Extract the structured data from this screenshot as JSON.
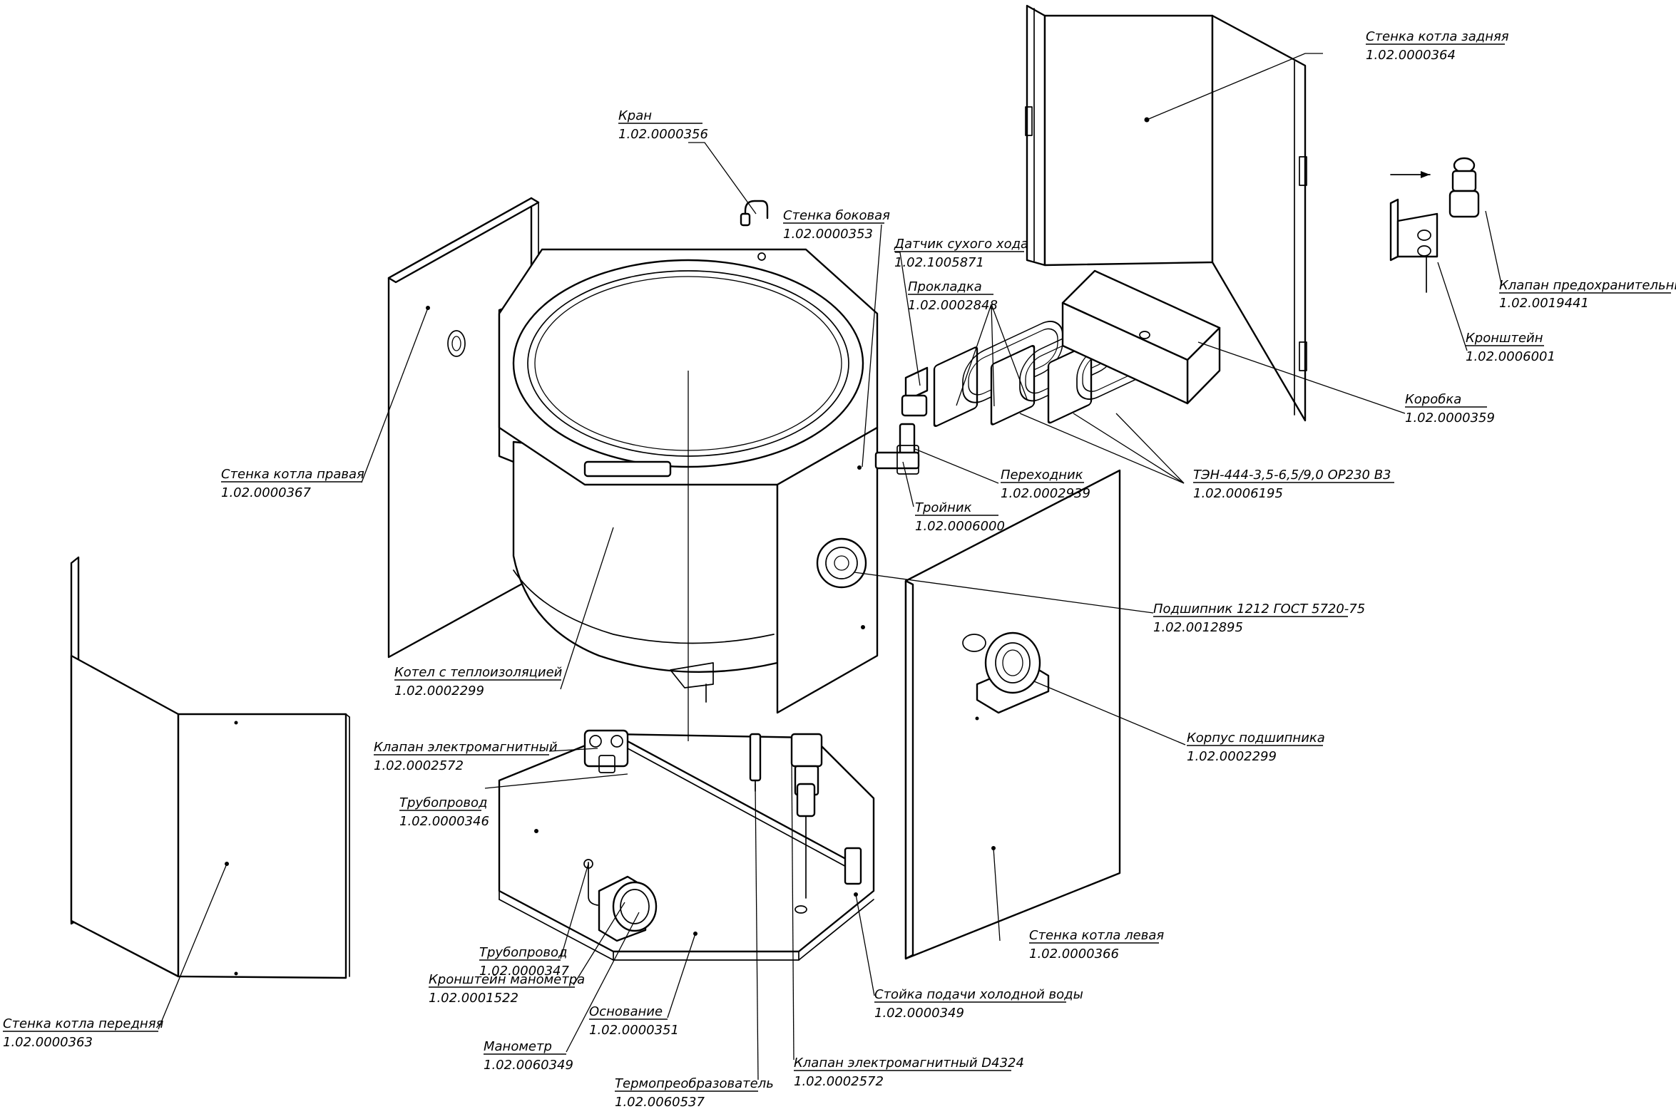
{
  "labels": {
    "stenka_zadnyaya": {
      "name": "Стенка котла задняя",
      "code": "1.02.0000364"
    },
    "kran": {
      "name": "Кран",
      "code": "1.02.0000356"
    },
    "stenka_bokovaya": {
      "name": "Стенка боковая",
      "code": "1.02.0000353"
    },
    "datchik": {
      "name": "Датчик сухого хода",
      "code": "1.02.1005871"
    },
    "prokladka": {
      "name": "Прокладка",
      "code": "1.02.0002848"
    },
    "klapan_predohr": {
      "name": "Клапан предохранительный",
      "code": "1.02.0019441"
    },
    "kronshtein": {
      "name": "Кронштейн",
      "code": "1.02.0006001"
    },
    "korobka": {
      "name": "Коробка",
      "code": "1.02.0000359"
    },
    "stenka_pravaya": {
      "name": "Стенка котла правая",
      "code": "1.02.0000367"
    },
    "perehodnik": {
      "name": "Переходник",
      "code": "1.02.0002939"
    },
    "ten": {
      "name": "ТЭН-444-3,5-6,5/9,0 ОР230 В3",
      "code": "1.02.0006195"
    },
    "troynik": {
      "name": "Тройник",
      "code": "1.02.0006000"
    },
    "podshipnik": {
      "name": "Подшипник 1212 ГОСТ 5720-75",
      "code": "1.02.0012895"
    },
    "kotel": {
      "name": "Котел с теплоизоляцией",
      "code": "1.02.0002299"
    },
    "klapan_em": {
      "name": "Клапан электромагнитный",
      "code": "1.02.0002572"
    },
    "korpus_podshipnika": {
      "name": "Корпус подшипника",
      "code": "1.02.0002299"
    },
    "truboprovod1": {
      "name": "Трубопровод",
      "code": "1.02.0000346"
    },
    "stenka_levaya": {
      "name": "Стенка котла левая",
      "code": "1.02.0000366"
    },
    "truboprovod2": {
      "name": "Трубопровод",
      "code": "1.02.0000347"
    },
    "kronshtein_manometra": {
      "name": "Кронштейн манометра",
      "code": "1.02.0001522"
    },
    "osnovanie": {
      "name": "Основание",
      "code": "1.02.0000351"
    },
    "stoyka": {
      "name": "Стойка подачи холодной воды",
      "code": "1.02.0000349"
    },
    "stenka_perednyaya": {
      "name": "Стенка котла передняя",
      "code": "1.02.0000363"
    },
    "manometr": {
      "name": "Манометр",
      "code": "1.02.0060349"
    },
    "klapan_em_d4324": {
      "name": "Клапан электромагнитный D4324",
      "code": "1.02.0002572"
    },
    "termopreobr": {
      "name": "Термопреобразователь",
      "code": "1.02.0060537"
    }
  }
}
